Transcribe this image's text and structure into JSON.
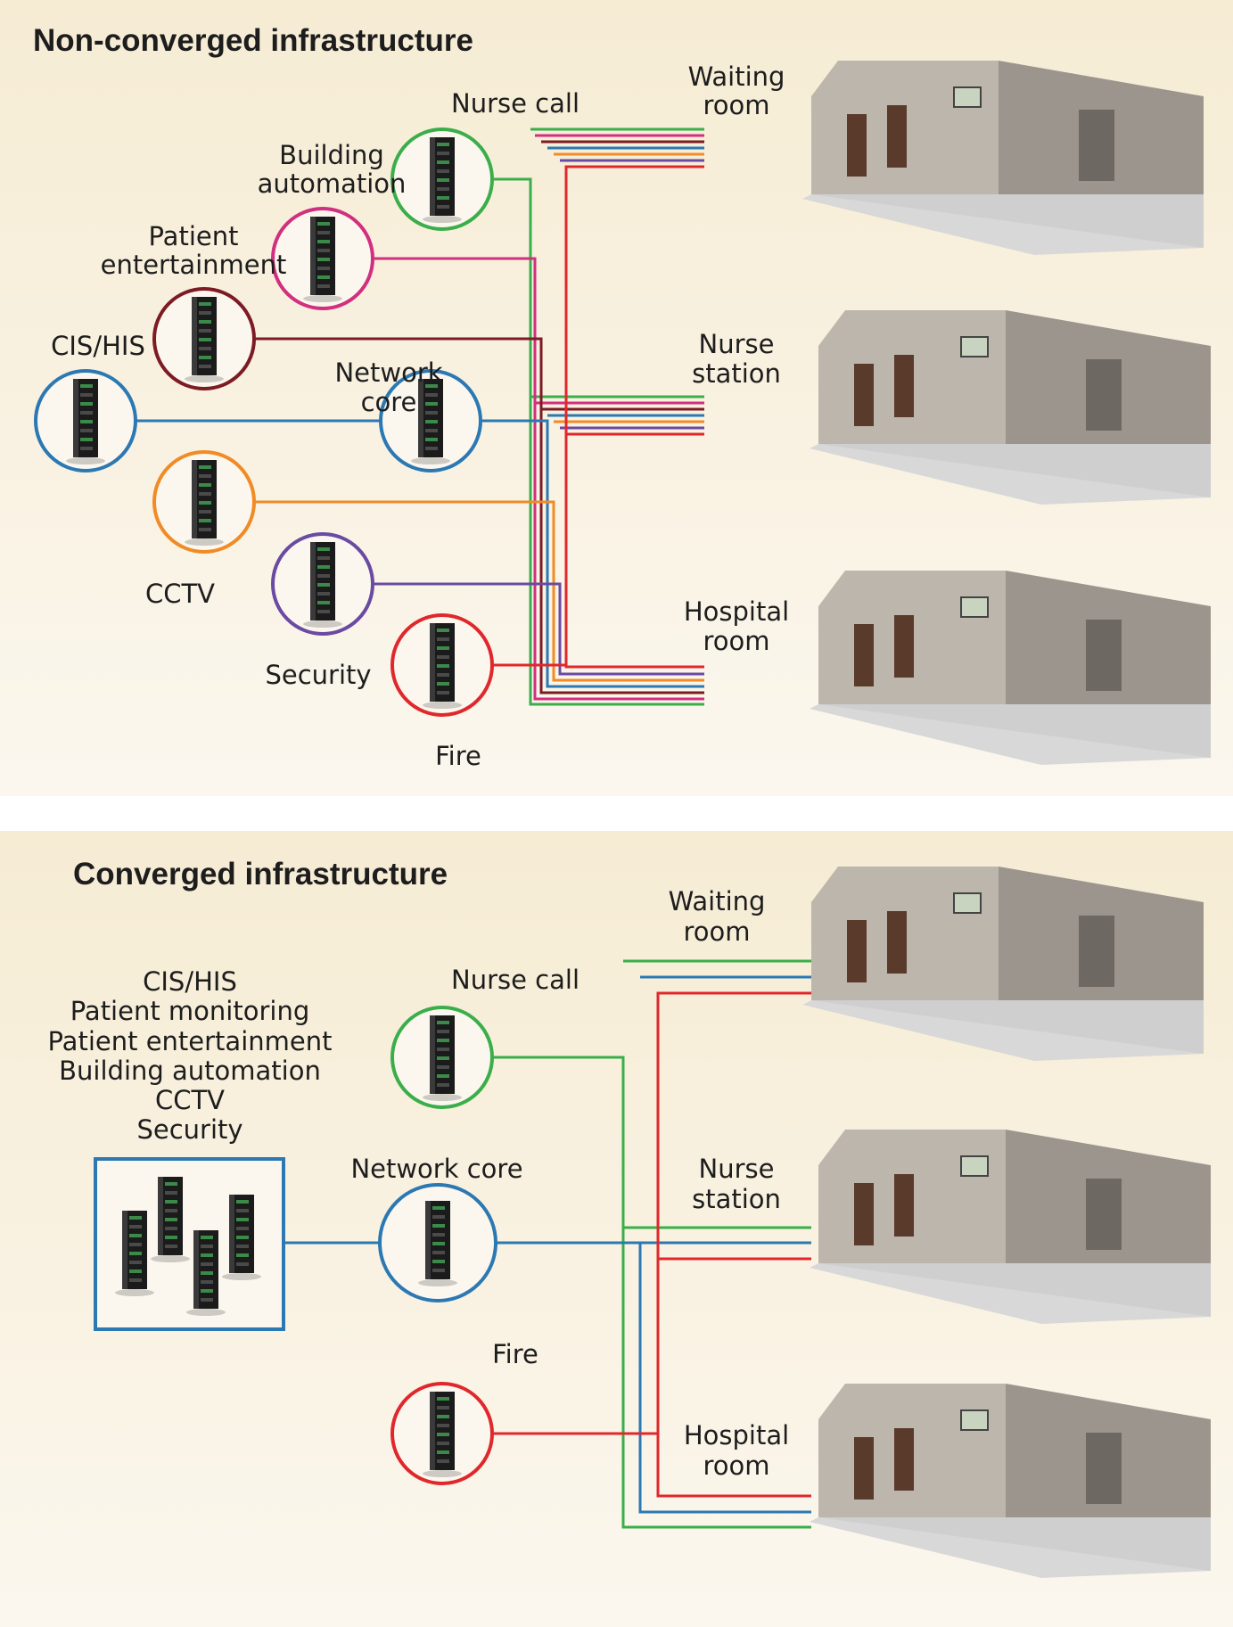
{
  "top": {
    "title": "Non-converged infrastructure",
    "systems": {
      "nurse_call": "Nurse call",
      "building_automation": [
        "Building",
        "automation"
      ],
      "patient_entertainment": [
        "Patient",
        "entertainment"
      ],
      "cis_his": "CIS/HIS",
      "network_core": [
        "Network",
        "core"
      ],
      "cctv": "CCTV",
      "security": "Security",
      "fire": "Fire"
    },
    "rooms": {
      "waiting_room": [
        "Waiting",
        "room"
      ],
      "nurse_station": [
        "Nurse",
        "station"
      ],
      "hospital_room": [
        "Hospital",
        "room"
      ]
    }
  },
  "bottom": {
    "title": "Converged infrastructure",
    "converged_list": [
      "CIS/HIS",
      "Patient monitoring",
      "Patient entertainment",
      "Building automation",
      "CCTV",
      "Security"
    ],
    "systems": {
      "nurse_call": "Nurse call",
      "network_core": "Network core",
      "fire": "Fire"
    },
    "rooms": {
      "waiting_room": [
        "Waiting",
        "room"
      ],
      "nurse_station": [
        "Nurse",
        "station"
      ],
      "hospital_room": [
        "Hospital",
        "room"
      ]
    }
  },
  "colors": {
    "nurse_call": "#3aae4a",
    "building_automation": "#d12f7f",
    "patient_entertainment": "#7d1b24",
    "network": "#2b78b3",
    "cctv": "#f08b26",
    "security": "#6a4aa2",
    "fire": "#e0282c"
  },
  "icons": {
    "server_rack": "server-rack-icon",
    "room": "room-illustration"
  }
}
